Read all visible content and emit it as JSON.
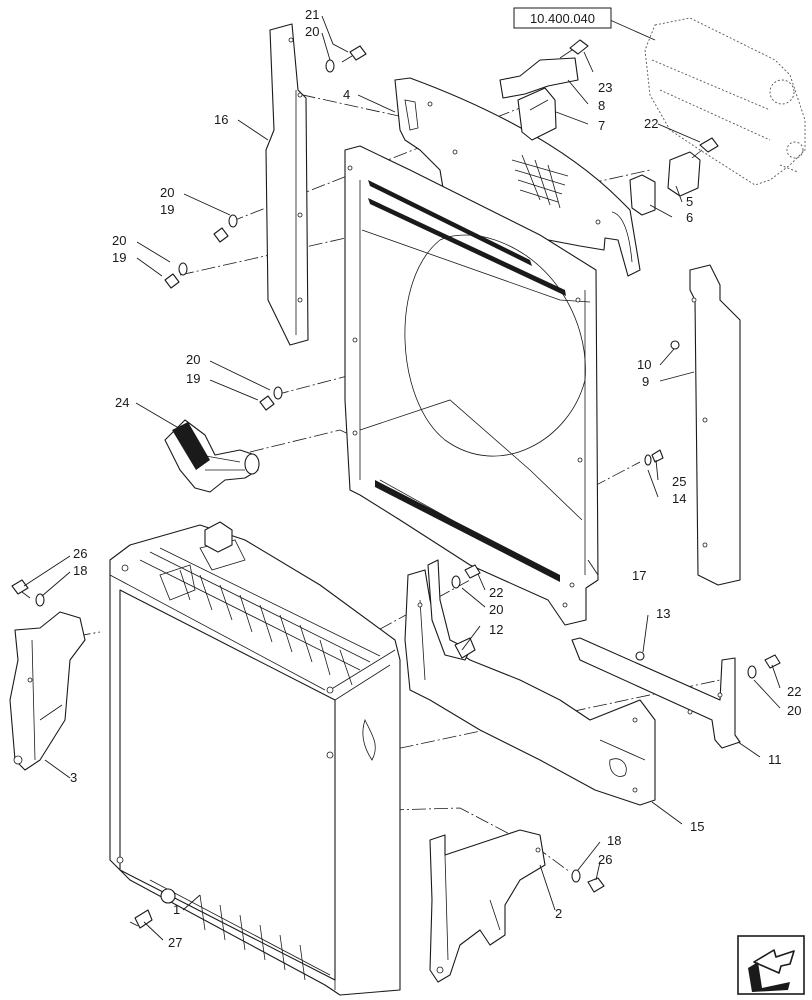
{
  "reference": "10.400.040",
  "callouts": {
    "c1": "1",
    "c2": "2",
    "c3": "3",
    "c4": "4",
    "c5": "5",
    "c6": "6",
    "c7": "7",
    "c8": "8",
    "c9": "9",
    "c10": "10",
    "c11": "11",
    "c12": "12",
    "c13": "13",
    "c14": "14",
    "c15": "15",
    "c16": "16",
    "c17": "17",
    "c18": "18",
    "c19": "19",
    "c20": "20",
    "c21": "21",
    "c22": "22",
    "c23": "23",
    "c24": "24",
    "c25": "25",
    "c26": "26",
    "c27": "27"
  },
  "icons": {
    "nav": "next-page-arrow-icon"
  }
}
